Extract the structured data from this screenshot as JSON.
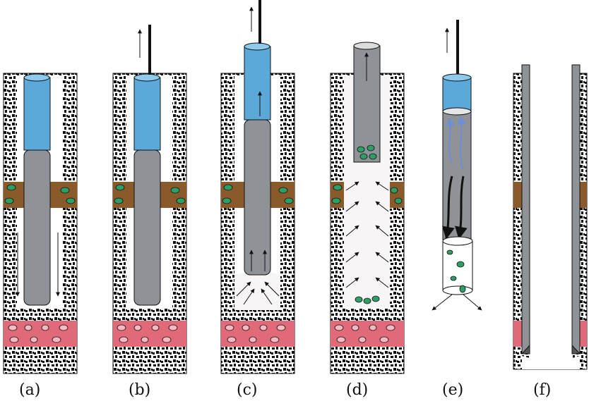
{
  "captions": [
    "(a)",
    "(b)",
    "(c)",
    "(d)",
    "(e)",
    "(f)"
  ],
  "colors": {
    "background": "#ffffff",
    "rock_square": "#111111",
    "brown_layer": "#8a5a2b",
    "red_layer": "#e06a78",
    "pipe_gray": "#8f9296",
    "fluid_blue": "#5aa9d8",
    "green_bead": "#2e9e67",
    "cavity": "#f7f5f6"
  }
}
